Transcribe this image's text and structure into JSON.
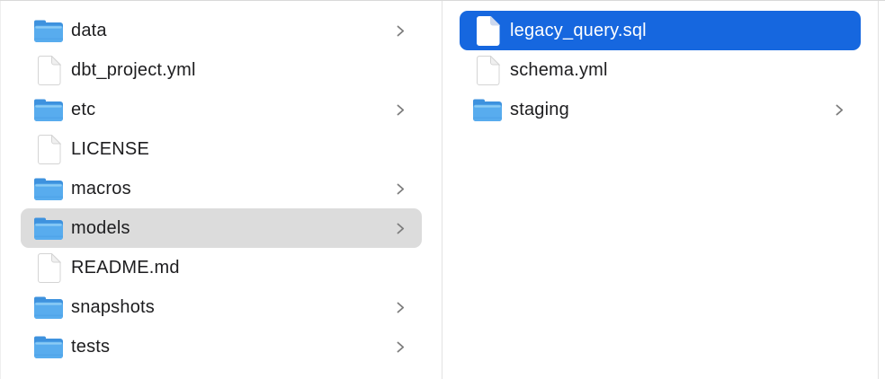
{
  "finder": {
    "view": "column-view-file-browser",
    "columns": [
      {
        "name": "parent-column",
        "items": [
          {
            "label": "data",
            "type": "folder",
            "chevron": true,
            "selected": null
          },
          {
            "label": "dbt_project.yml",
            "type": "file",
            "chevron": false,
            "selected": null
          },
          {
            "label": "etc",
            "type": "folder",
            "chevron": true,
            "selected": null
          },
          {
            "label": "LICENSE",
            "type": "file",
            "chevron": false,
            "selected": null
          },
          {
            "label": "macros",
            "type": "folder",
            "chevron": true,
            "selected": null
          },
          {
            "label": "models",
            "type": "folder",
            "chevron": true,
            "selected": "inactive"
          },
          {
            "label": "README.md",
            "type": "file",
            "chevron": false,
            "selected": null
          },
          {
            "label": "snapshots",
            "type": "folder",
            "chevron": true,
            "selected": null
          },
          {
            "label": "tests",
            "type": "folder",
            "chevron": true,
            "selected": null
          }
        ]
      },
      {
        "name": "child-column",
        "items": [
          {
            "label": "legacy_query.sql",
            "type": "file",
            "chevron": false,
            "selected": "active"
          },
          {
            "label": "schema.yml",
            "type": "file",
            "chevron": false,
            "selected": null
          },
          {
            "label": "staging",
            "type": "folder",
            "chevron": true,
            "selected": null
          }
        ]
      }
    ]
  },
  "colors": {
    "selection_active": "#1667df",
    "selection_inactive": "#dcdcdc",
    "divider": "#e2e2e2",
    "text": "#1d1d1f",
    "chevron": "#7d7d7d",
    "folder_back": "#3e92de",
    "folder_front": "#58acee",
    "folder_highlight": "#8bcbf5"
  }
}
